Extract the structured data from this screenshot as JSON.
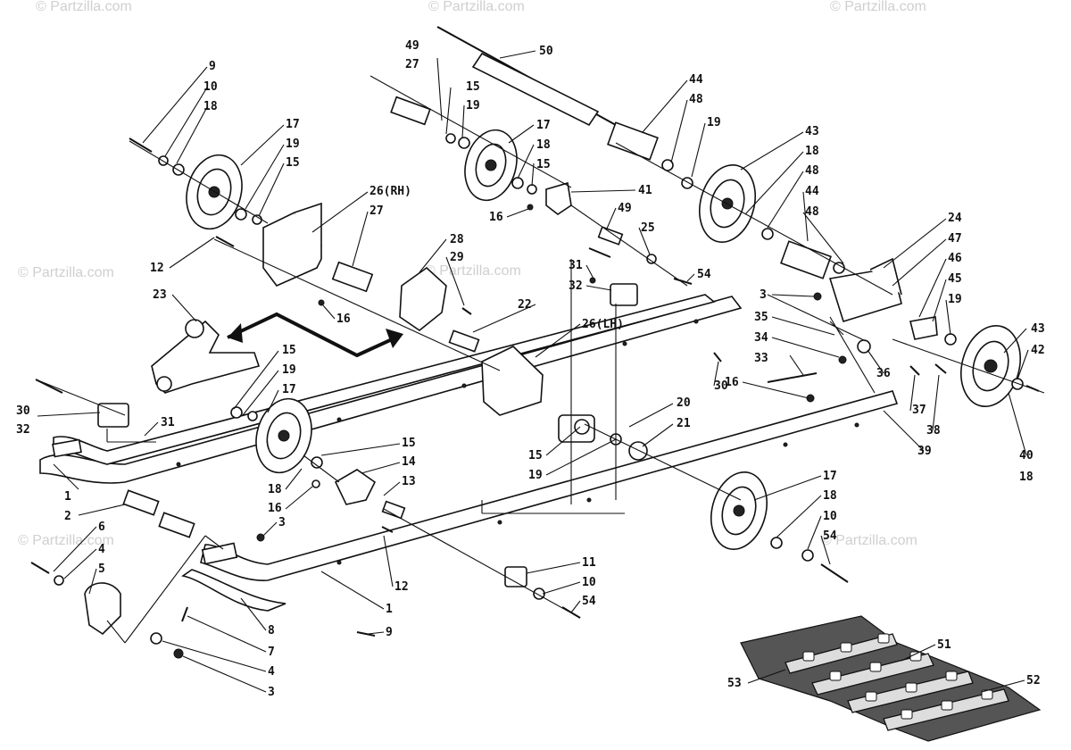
{
  "watermarks": [
    "© Partzilla.com",
    "© Partzilla.com",
    "© Partzilla.com",
    "© Partzilla.com",
    "© Partzilla.com",
    "© Partzilla.com",
    "© Partzilla.com"
  ],
  "callouts": {
    "c9a": "9",
    "c10a": "10",
    "c18a": "18",
    "c17a": "17",
    "c19a": "19",
    "c15a": "15",
    "c26rh": "26(RH)",
    "c27a": "27",
    "c12a": "12",
    "c23": "23",
    "c16a": "16",
    "c28": "28",
    "c29": "29",
    "c49a": "49",
    "c27b": "27",
    "c15b": "15",
    "c19b": "19",
    "c50": "50",
    "c17b": "17",
    "c18b": "18",
    "c15c": "15",
    "c41": "41",
    "c16b": "16",
    "c49b": "49",
    "c25": "25",
    "c31a": "31",
    "c32a": "32",
    "c22": "22",
    "c26lh": "26(LH)",
    "c54a": "54",
    "c30a": "30",
    "c44a": "44",
    "c48a": "48",
    "c19c": "19",
    "c43a": "43",
    "c18c": "18",
    "c48b": "48",
    "c44b": "44",
    "c48c": "48",
    "c24": "24",
    "c47": "47",
    "c46": "46",
    "c45": "45",
    "c19d": "19",
    "c3a": "3",
    "c35": "35",
    "c34": "34",
    "c33": "33",
    "c36": "36",
    "c43b": "43",
    "c42": "42",
    "c40": "40",
    "c18d": "18",
    "c37": "37",
    "c38": "38",
    "c39": "39",
    "c16c": "16",
    "c15d": "15",
    "c19e": "19",
    "c17c": "17",
    "c30b": "30",
    "c32b": "32",
    "c31b": "31",
    "c15e": "15",
    "c14": "14",
    "c13": "13",
    "c18e": "18",
    "c16d": "16",
    "c20": "20",
    "c21": "21",
    "c15f": "15",
    "c19f": "19",
    "c1a": "1",
    "c2": "2",
    "c6": "6",
    "c4a": "4",
    "c5": "5",
    "c3b": "3",
    "c12b": "12",
    "c17d": "17",
    "c18f": "18",
    "c10b": "10",
    "c54b": "54",
    "c11": "11",
    "c10c": "10",
    "c54c": "54",
    "c1b": "1",
    "c8": "8",
    "c9b": "9",
    "c7": "7",
    "c4b": "4",
    "c3c": "3",
    "c51": "51",
    "c53": "53",
    "c52": "52"
  }
}
